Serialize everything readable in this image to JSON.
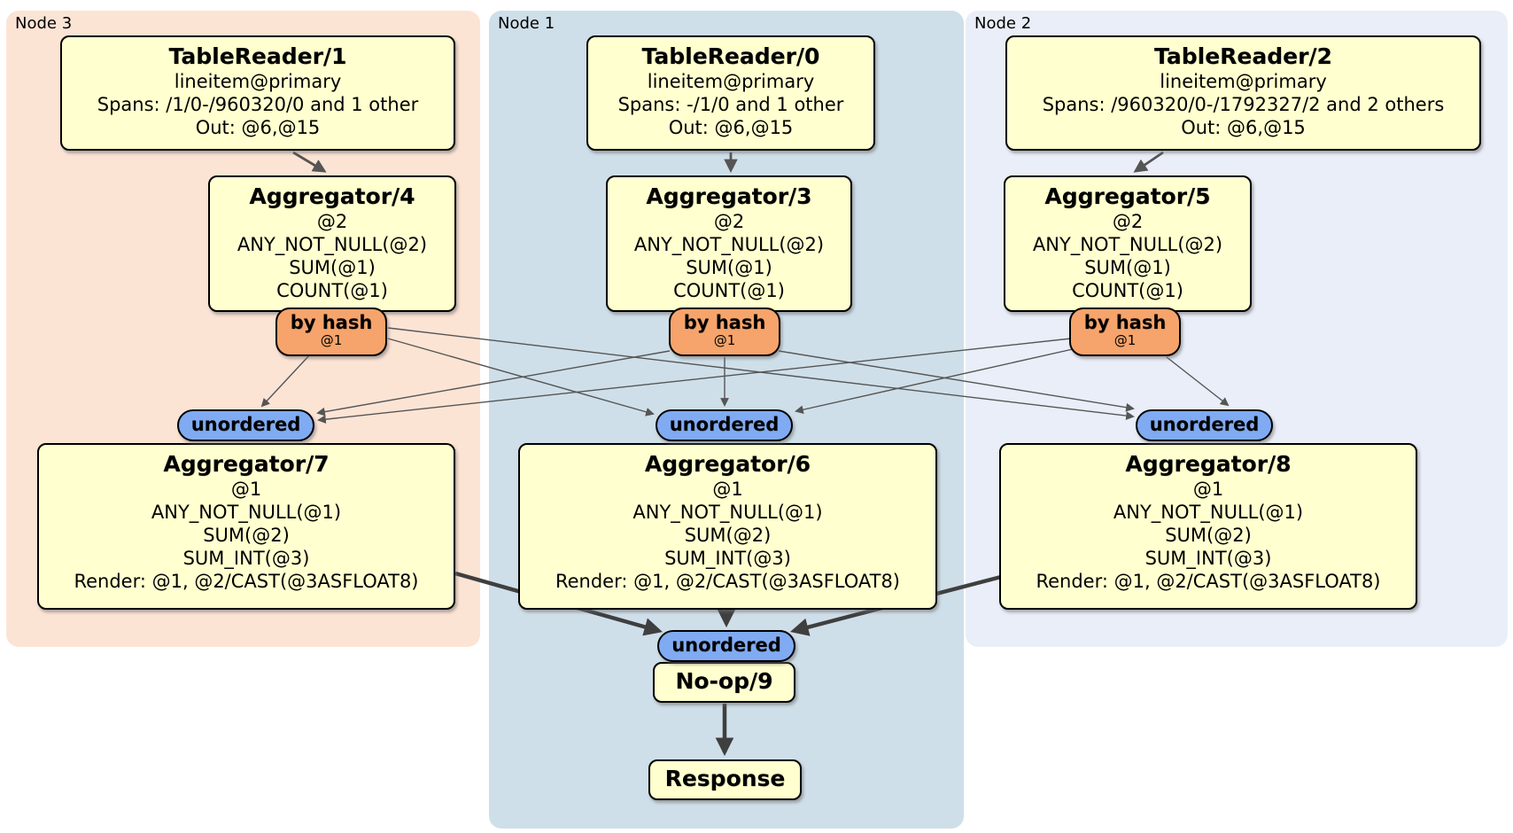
{
  "regions": [
    {
      "label": "Node 3"
    },
    {
      "label": "Node 1"
    },
    {
      "label": "Node 2"
    }
  ],
  "processors": {
    "tablereader1": {
      "title": "TableReader/1",
      "rows": [
        "lineitem@primary",
        "Spans: /1/0-/960320/0 and 1 other",
        "Out: @6,@15"
      ]
    },
    "aggregator4": {
      "title": "Aggregator/4",
      "rows": [
        "@2",
        "ANY_NOT_NULL(@2)",
        "SUM(@1)",
        "COUNT(@1)"
      ]
    },
    "aggregator7": {
      "title": "Aggregator/7",
      "rows": [
        "@1",
        "ANY_NOT_NULL(@1)",
        "SUM(@2)",
        "SUM_INT(@3)",
        "Render: @1, @2/CAST(@3ASFLOAT8)"
      ]
    },
    "tablereader0": {
      "title": "TableReader/0",
      "rows": [
        "lineitem@primary",
        "Spans: -/1/0 and 1 other",
        "Out: @6,@15"
      ]
    },
    "aggregator3": {
      "title": "Aggregator/3",
      "rows": [
        "@2",
        "ANY_NOT_NULL(@2)",
        "SUM(@1)",
        "COUNT(@1)"
      ]
    },
    "aggregator6": {
      "title": "Aggregator/6",
      "rows": [
        "@1",
        "ANY_NOT_NULL(@1)",
        "SUM(@2)",
        "SUM_INT(@3)",
        "Render: @1, @2/CAST(@3ASFLOAT8)"
      ]
    },
    "noop9": {
      "title": "No-op/9"
    },
    "response": {
      "title": "Response"
    },
    "tablereader2": {
      "title": "TableReader/2",
      "rows": [
        "lineitem@primary",
        "Spans: /960320/0-/1792327/2 and 2 others",
        "Out: @6,@15"
      ]
    },
    "aggregator5": {
      "title": "Aggregator/5",
      "rows": [
        "@2",
        "ANY_NOT_NULL(@2)",
        "SUM(@1)",
        "COUNT(@1)"
      ]
    },
    "aggregator8": {
      "title": "Aggregator/8",
      "rows": [
        "@1",
        "ANY_NOT_NULL(@1)",
        "SUM(@2)",
        "SUM_INT(@3)",
        "Render: @1, @2/CAST(@3ASFLOAT8)"
      ]
    }
  },
  "router": {
    "label": "by hash",
    "key": "@1"
  },
  "sync": {
    "label": "unordered"
  },
  "colors": {
    "node3_bg": "#fce4d5",
    "node1_bg": "#cfdfe9",
    "node2_bg": "#e9eef8",
    "box_bg": "#ffffcf",
    "router_bg": "#f6a46b",
    "sync_bg": "#80abf2",
    "edge": "#555555",
    "edge_thick": "#3f3f3f"
  }
}
